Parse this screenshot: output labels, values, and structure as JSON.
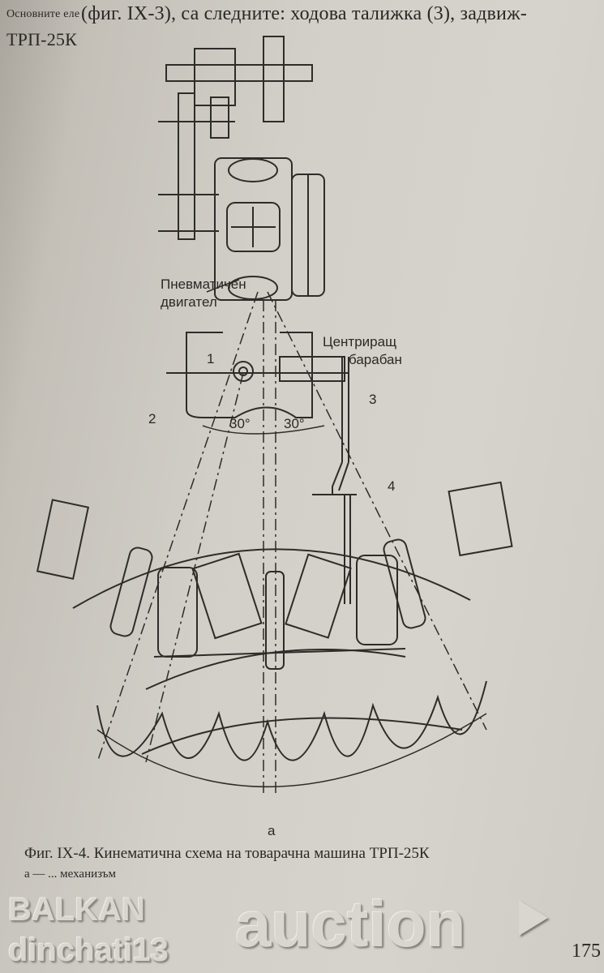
{
  "body_text": {
    "line1_fragment": "Основните еле",
    "line1": "(фиг. IX-3), са следните: ходова талижка (3), задвиж-",
    "line2_fragment": "ТРП-25К"
  },
  "diagram": {
    "label_motor_1": "Пневматичен",
    "label_motor_2": "двигател",
    "label_drum_1": "Центриращ",
    "label_drum_2": "барабан",
    "num_1": "1",
    "num_2": "2",
    "num_3": "3",
    "num_4": "4",
    "angle_left": "30°",
    "angle_right": "30°",
    "sub_label": "а"
  },
  "caption": {
    "line1": "Фиг. IX-4. Кинематична схема на товарачна машина ТРП-25К",
    "line2": "а — ... механизъм"
  },
  "page_number": "175",
  "watermark": {
    "line1": "BALKAN",
    "line2": "auction",
    "line3": "dinchati13"
  }
}
